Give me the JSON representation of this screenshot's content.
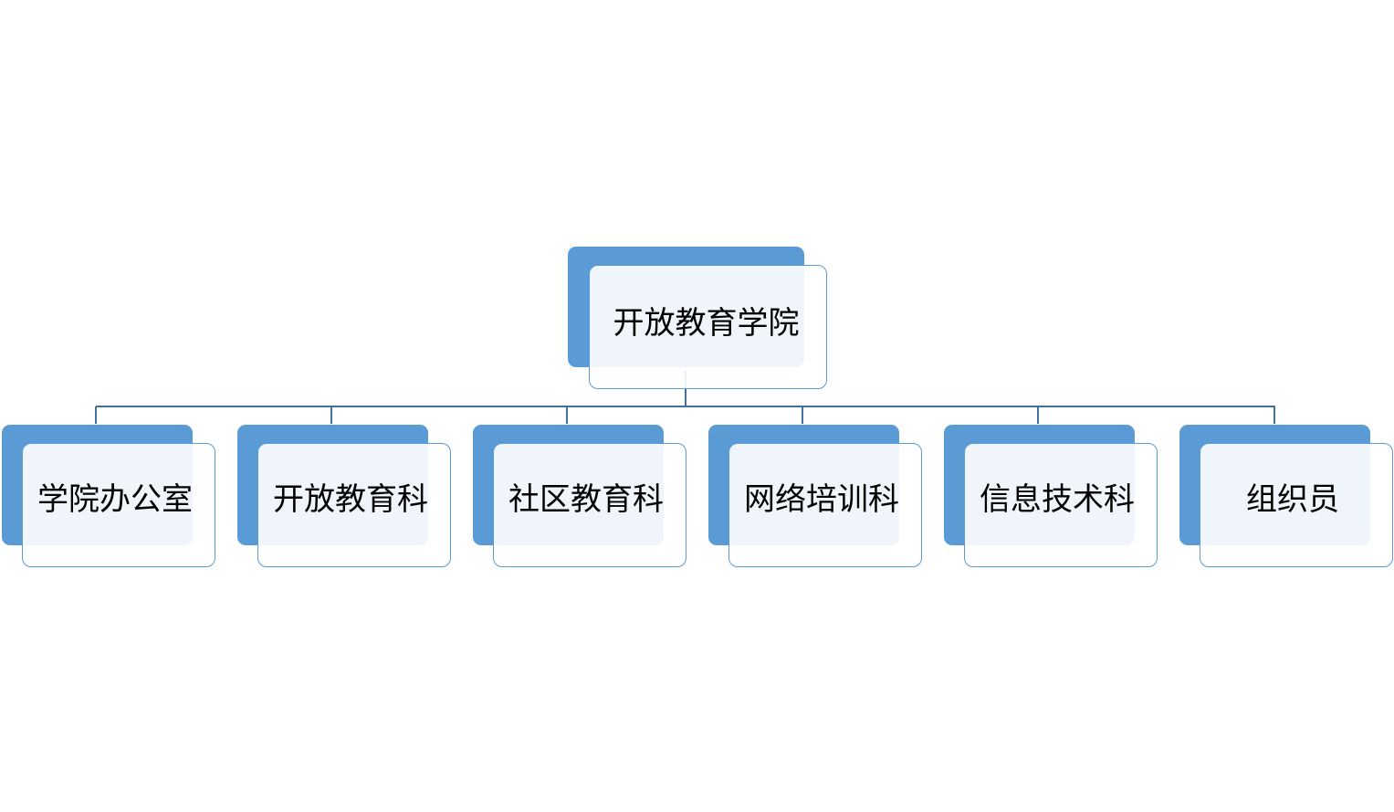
{
  "diagram": {
    "root": {
      "label": "开放教育学院"
    },
    "children": [
      {
        "label": "学院办公室"
      },
      {
        "label": "开放教育科"
      },
      {
        "label": "社区教育科"
      },
      {
        "label": "网络培训科"
      },
      {
        "label": "信息技术科"
      },
      {
        "label": "组织员"
      }
    ]
  },
  "colors": {
    "box_fill": "#5b9bd5",
    "box_border": "#5b9bd5",
    "connector": "#41719c",
    "label_text": "#000000"
  }
}
